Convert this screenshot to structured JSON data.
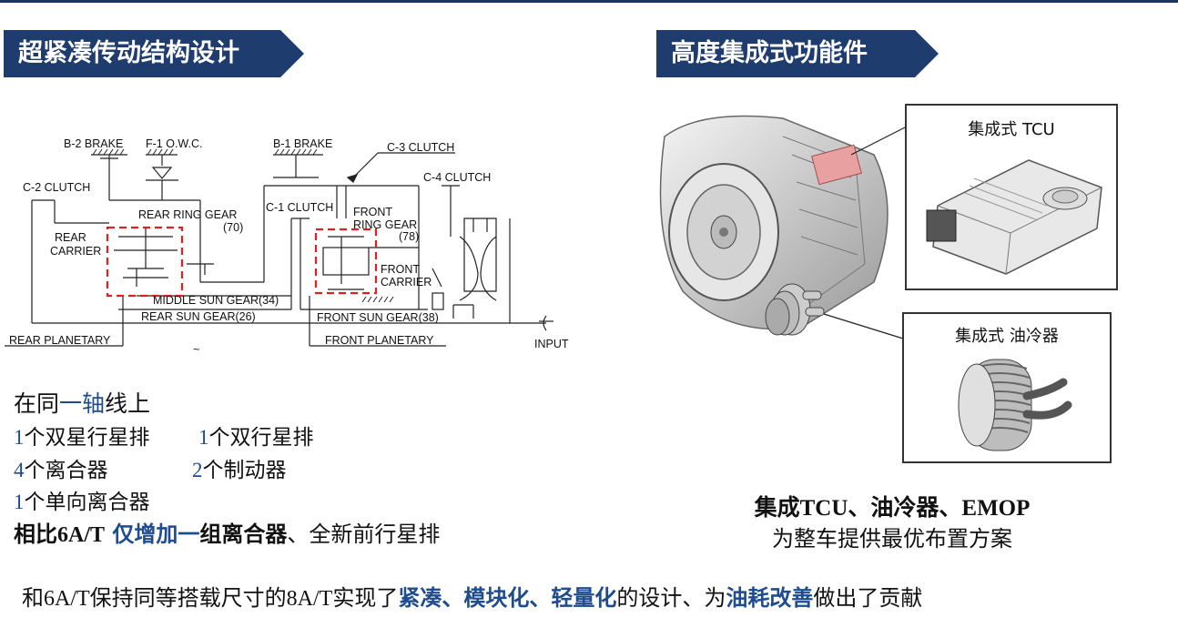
{
  "left_section": {
    "title": "超紧凑传动结构设计",
    "diagram_labels": {
      "b2_brake": "B-2 BRAKE",
      "f1_owc": "F-1  O.W.C.",
      "b1_brake": "B-1 BRAKE",
      "c3_clutch": "C-3 CLUTCH",
      "c4_clutch": "C-4 CLUTCH",
      "c2_clutch": "C-2 CLUTCH",
      "c1_clutch": "C-1 CLUTCH",
      "rear_ring_gear": "REAR RING GEAR",
      "rear_ring_gear_teeth": "(70)",
      "rear": "REAR",
      "carrier": "CARRIER",
      "front": "FRONT",
      "ring_gear": "RING GEAR",
      "front_ring_gear_teeth": "(78)",
      "front_carrier_1": "FRONT",
      "front_carrier_2": "CARRIER",
      "middle_sun_gear": "MIDDLE SUN GEAR(34)",
      "rear_sun_gear": "REAR SUN GEAR(26)",
      "front_sun_gear": "FRONT SUN GEAR(38)",
      "rear_planetary": "REAR PLANETARY",
      "front_planetary": "FRONT PLANETARY",
      "input": "INPUT",
      "tilde": "~"
    },
    "specs": {
      "line1_a": "在同",
      "line1_b": "一轴",
      "line1_c": "线上",
      "line2_n1": "1",
      "line2_t1": "个双星行星排",
      "line2_n2": "1",
      "line2_t2": "个双行星排",
      "line3_n1": "4",
      "line3_t1": "个离合器",
      "line3_n2": "2",
      "line3_t2": "个制动器",
      "line4_n1": "1",
      "line4_t1": "个单向离合器",
      "line5_a": "相比",
      "line5_b": "6A/T",
      "line5_c": " 仅增加一",
      "line5_d": "组离合器",
      "line5_e": "、全新前行星排"
    }
  },
  "right_section": {
    "title": "高度集成式功能件",
    "tcu_label": "集成式 TCU",
    "oil_cooler_label": "集成式 油冷器",
    "caption_line1": "集成TCU、油冷器、EMOP",
    "caption_line2": "为整车提供最优布置方案"
  },
  "footer": {
    "p1": "和",
    "p2": "6A/T",
    "p3": "保持同等搭载尺寸的",
    "p4": "8A/T",
    "p5": "实现了",
    "h1": "紧凑、模块化、轻量化",
    "p6": "的设计、为",
    "h2": "油耗改善",
    "p7": "做出了贡献"
  },
  "colors": {
    "banner": "#1f3c6e",
    "highlight_blue": "#1f4b8f",
    "dashed_red": "#e02020",
    "tcu_pink": "#e8a0a0"
  }
}
